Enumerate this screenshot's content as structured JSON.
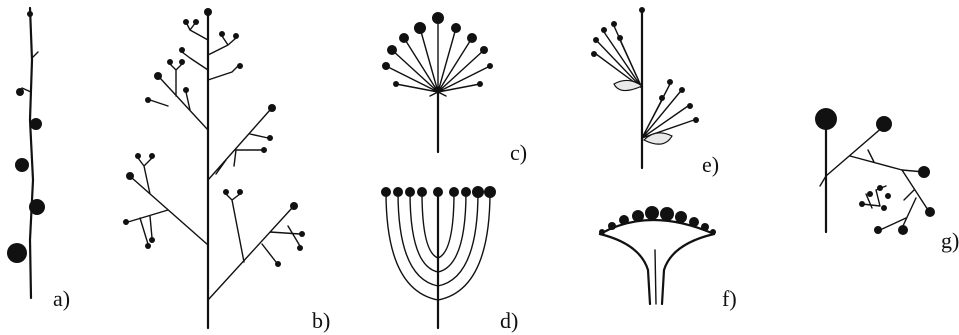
{
  "figure": {
    "panels": [
      {
        "id": "a",
        "label": "a)"
      },
      {
        "id": "b",
        "label": "b)"
      },
      {
        "id": "c",
        "label": "c)"
      },
      {
        "id": "d",
        "label": "d)"
      },
      {
        "id": "e",
        "label": "e)"
      },
      {
        "id": "f",
        "label": "f)"
      },
      {
        "id": "g",
        "label": "g)"
      }
    ],
    "ink_color": "#111111",
    "background": "#ffffff"
  }
}
